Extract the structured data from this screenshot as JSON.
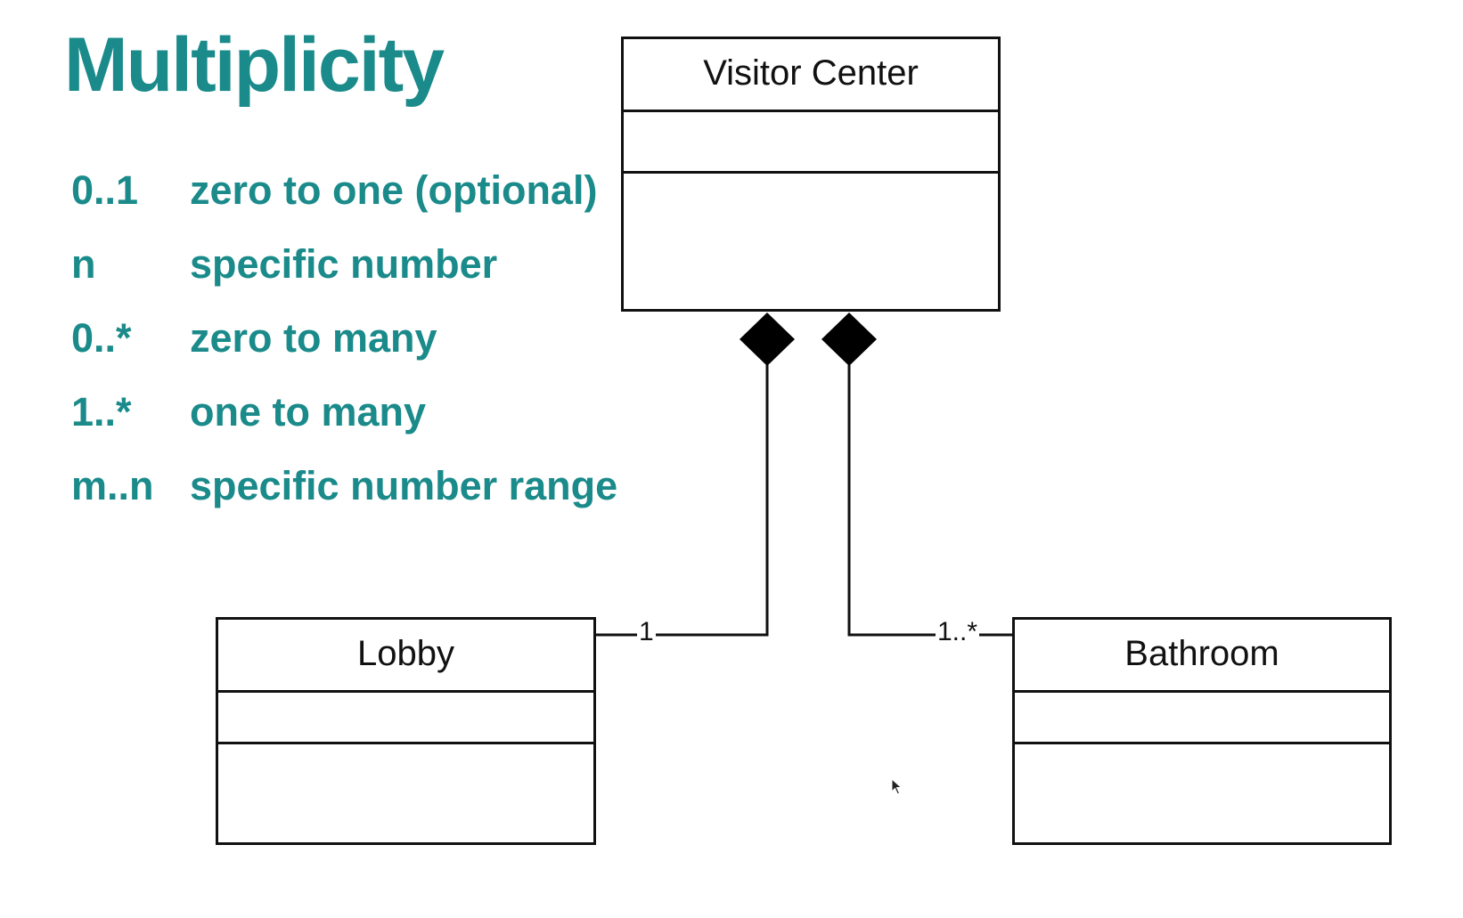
{
  "title": "Multiplicity",
  "accent_color": "#1a8a8a",
  "legend": [
    {
      "symbol": "0..1",
      "description": "zero to one (optional)"
    },
    {
      "symbol": "n",
      "description": "specific number"
    },
    {
      "symbol": "0..*",
      "description": "zero to many"
    },
    {
      "symbol": "1..*",
      "description": "one to many"
    },
    {
      "symbol": "m..n",
      "description": "specific number range"
    }
  ],
  "classes": {
    "visitor_center": {
      "name": "Visitor Center"
    },
    "lobby": {
      "name": "Lobby"
    },
    "bathroom": {
      "name": "Bathroom"
    }
  },
  "associations": [
    {
      "from": "Visitor Center",
      "to": "Lobby",
      "type": "composition",
      "multiplicity": "1"
    },
    {
      "from": "Visitor Center",
      "to": "Bathroom",
      "type": "composition",
      "multiplicity": "1..*"
    }
  ]
}
